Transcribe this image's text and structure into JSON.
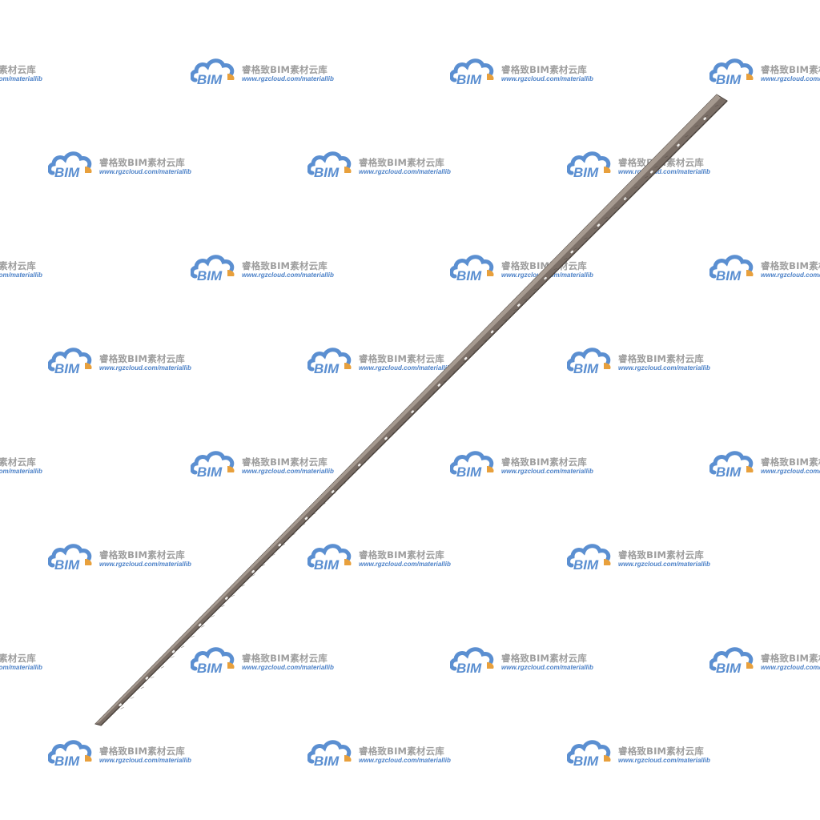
{
  "watermark": {
    "logo_text": "BIM",
    "title": "睿格致BIM素材云库",
    "url": "www.rgzcloud.com/materiallib"
  },
  "product": {
    "name": "perforated-steel-angle-bar",
    "colors": {
      "face": "#7a6e66",
      "edge": "#4d453f",
      "highlight": "#a69a90",
      "hole": "#f4f2ef"
    }
  },
  "colors": {
    "logo_blue": "#5b8fd1",
    "logo_orange": "#e8a03c",
    "title_gray": "#9e9e9e",
    "url_blue": "#4d82c8"
  }
}
